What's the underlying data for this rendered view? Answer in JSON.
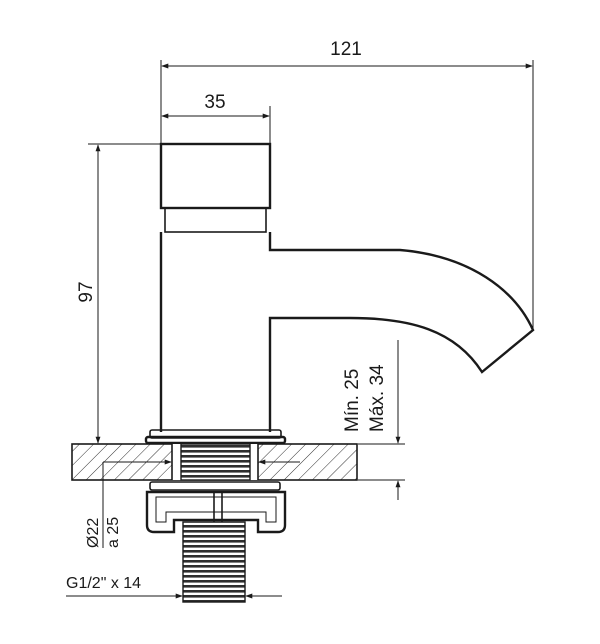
{
  "dimensions": {
    "overall_length": "121",
    "handle_width": "35",
    "height": "97",
    "min_thickness": "Mín. 25",
    "max_thickness": "Máx. 34",
    "hole_diameter": "Ø22",
    "hole_diameter_alt": "a 25",
    "thread": "G1/2\" x 14"
  },
  "colors": {
    "line": "#1a1a1a",
    "thread_fill": "#3a3a3a",
    "background": "#ffffff"
  }
}
